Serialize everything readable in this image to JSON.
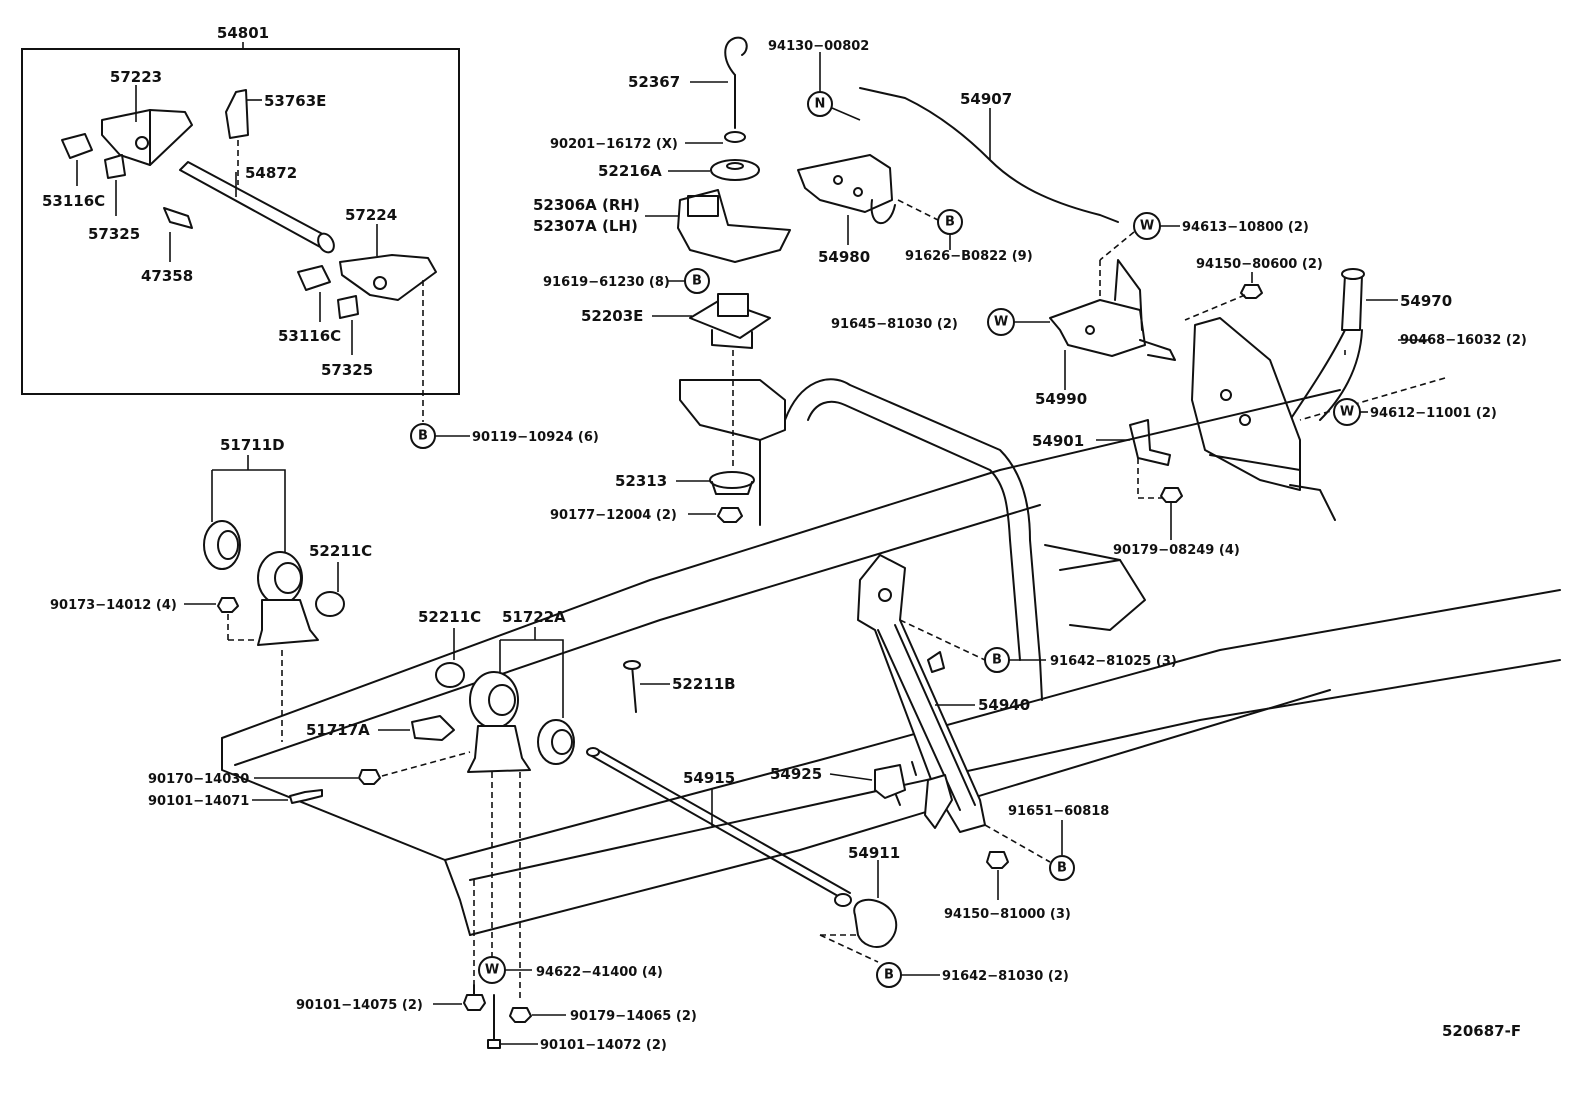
{
  "diagram_code": "520687-F",
  "group_label": "54801",
  "symbols": {
    "B": "B",
    "N": "N",
    "W": "W"
  },
  "labels": {
    "p57223": "57223",
    "p53763E": "53763E",
    "p54872": "54872",
    "p53116C_a": "53116C",
    "p57325_a": "57325",
    "p47358": "47358",
    "p57224": "57224",
    "p53116C_b": "53116C",
    "p57325_b": "57325",
    "p90119": "90119−10924 (6)",
    "p52367": "52367",
    "p94130": "94130−00802",
    "p90201": "90201−16172 (X)",
    "p52216A": "52216A",
    "p52306A": "52306A (RH)",
    "p52307A": "52307A (LH)",
    "p91619": "91619−61230 (8)",
    "p52203E": "52203E",
    "p54907": "54907",
    "p54980": "54980",
    "p91626": "91626−B0822 (9)",
    "p94613": "94613−10800 (2)",
    "p94150_80600": "94150−80600 (2)",
    "p54970": "54970",
    "p91645": "91645−81030 (2)",
    "p90468": "90468−16032 (2)",
    "p54990": "54990",
    "p94612": "94612−11001 (2)",
    "p54901": "54901",
    "p52313": "52313",
    "p90177": "90177−12004 (2)",
    "p90179_08249": "90179−08249 (4)",
    "p51711D": "51711D",
    "p52211C_a": "52211C",
    "p90173": "90173−14012 (4)",
    "p52211C_b": "52211C",
    "p51722A": "51722A",
    "p52211B": "52211B",
    "p91642_81025": "91642−81025 (3)",
    "p51717A": "51717A",
    "p54940": "54940",
    "p90170": "90170−14030",
    "p90101_14071": "90101−14071",
    "p54915": "54915",
    "p54925": "54925",
    "p91651": "91651−60818",
    "p54911": "54911",
    "p94150_81000": "94150−81000 (3)",
    "p94622": "94622−41400 (4)",
    "p91642_81030": "91642−81030 (2)",
    "p90101_14075": "90101−14075 (2)",
    "p90179_14065": "90179−14065 (2)",
    "p90101_14072": "90101−14072 (2)"
  }
}
